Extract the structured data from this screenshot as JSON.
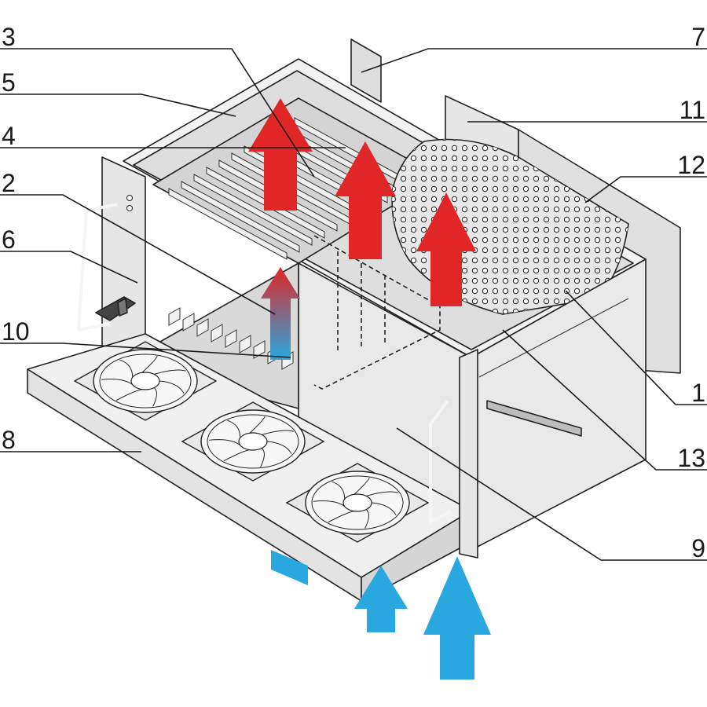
{
  "callouts": [
    {
      "id": "c3",
      "label": "3"
    },
    {
      "id": "c5",
      "label": "5"
    },
    {
      "id": "c4",
      "label": "4"
    },
    {
      "id": "c2",
      "label": "2"
    },
    {
      "id": "c6",
      "label": "6"
    },
    {
      "id": "c10",
      "label": "10"
    },
    {
      "id": "c8",
      "label": "8"
    },
    {
      "id": "c7",
      "label": "7"
    },
    {
      "id": "c11",
      "label": "11"
    },
    {
      "id": "c12",
      "label": "12"
    },
    {
      "id": "c1",
      "label": "1"
    },
    {
      "id": "c13",
      "label": "13"
    },
    {
      "id": "c9",
      "label": "9"
    }
  ],
  "colors": {
    "hot_air": "#e02626",
    "cool_air": "#29a8e0",
    "panel_light": "#ebebeb",
    "panel_mid": "#dcdcdc",
    "panel_dark": "#c8c8c8",
    "line": "#1a1a1a"
  },
  "icons": [
    "fan-icon",
    "hot-air-arrow-icon",
    "cool-air-arrow-icon",
    "handle-icon",
    "latch-icon"
  ]
}
